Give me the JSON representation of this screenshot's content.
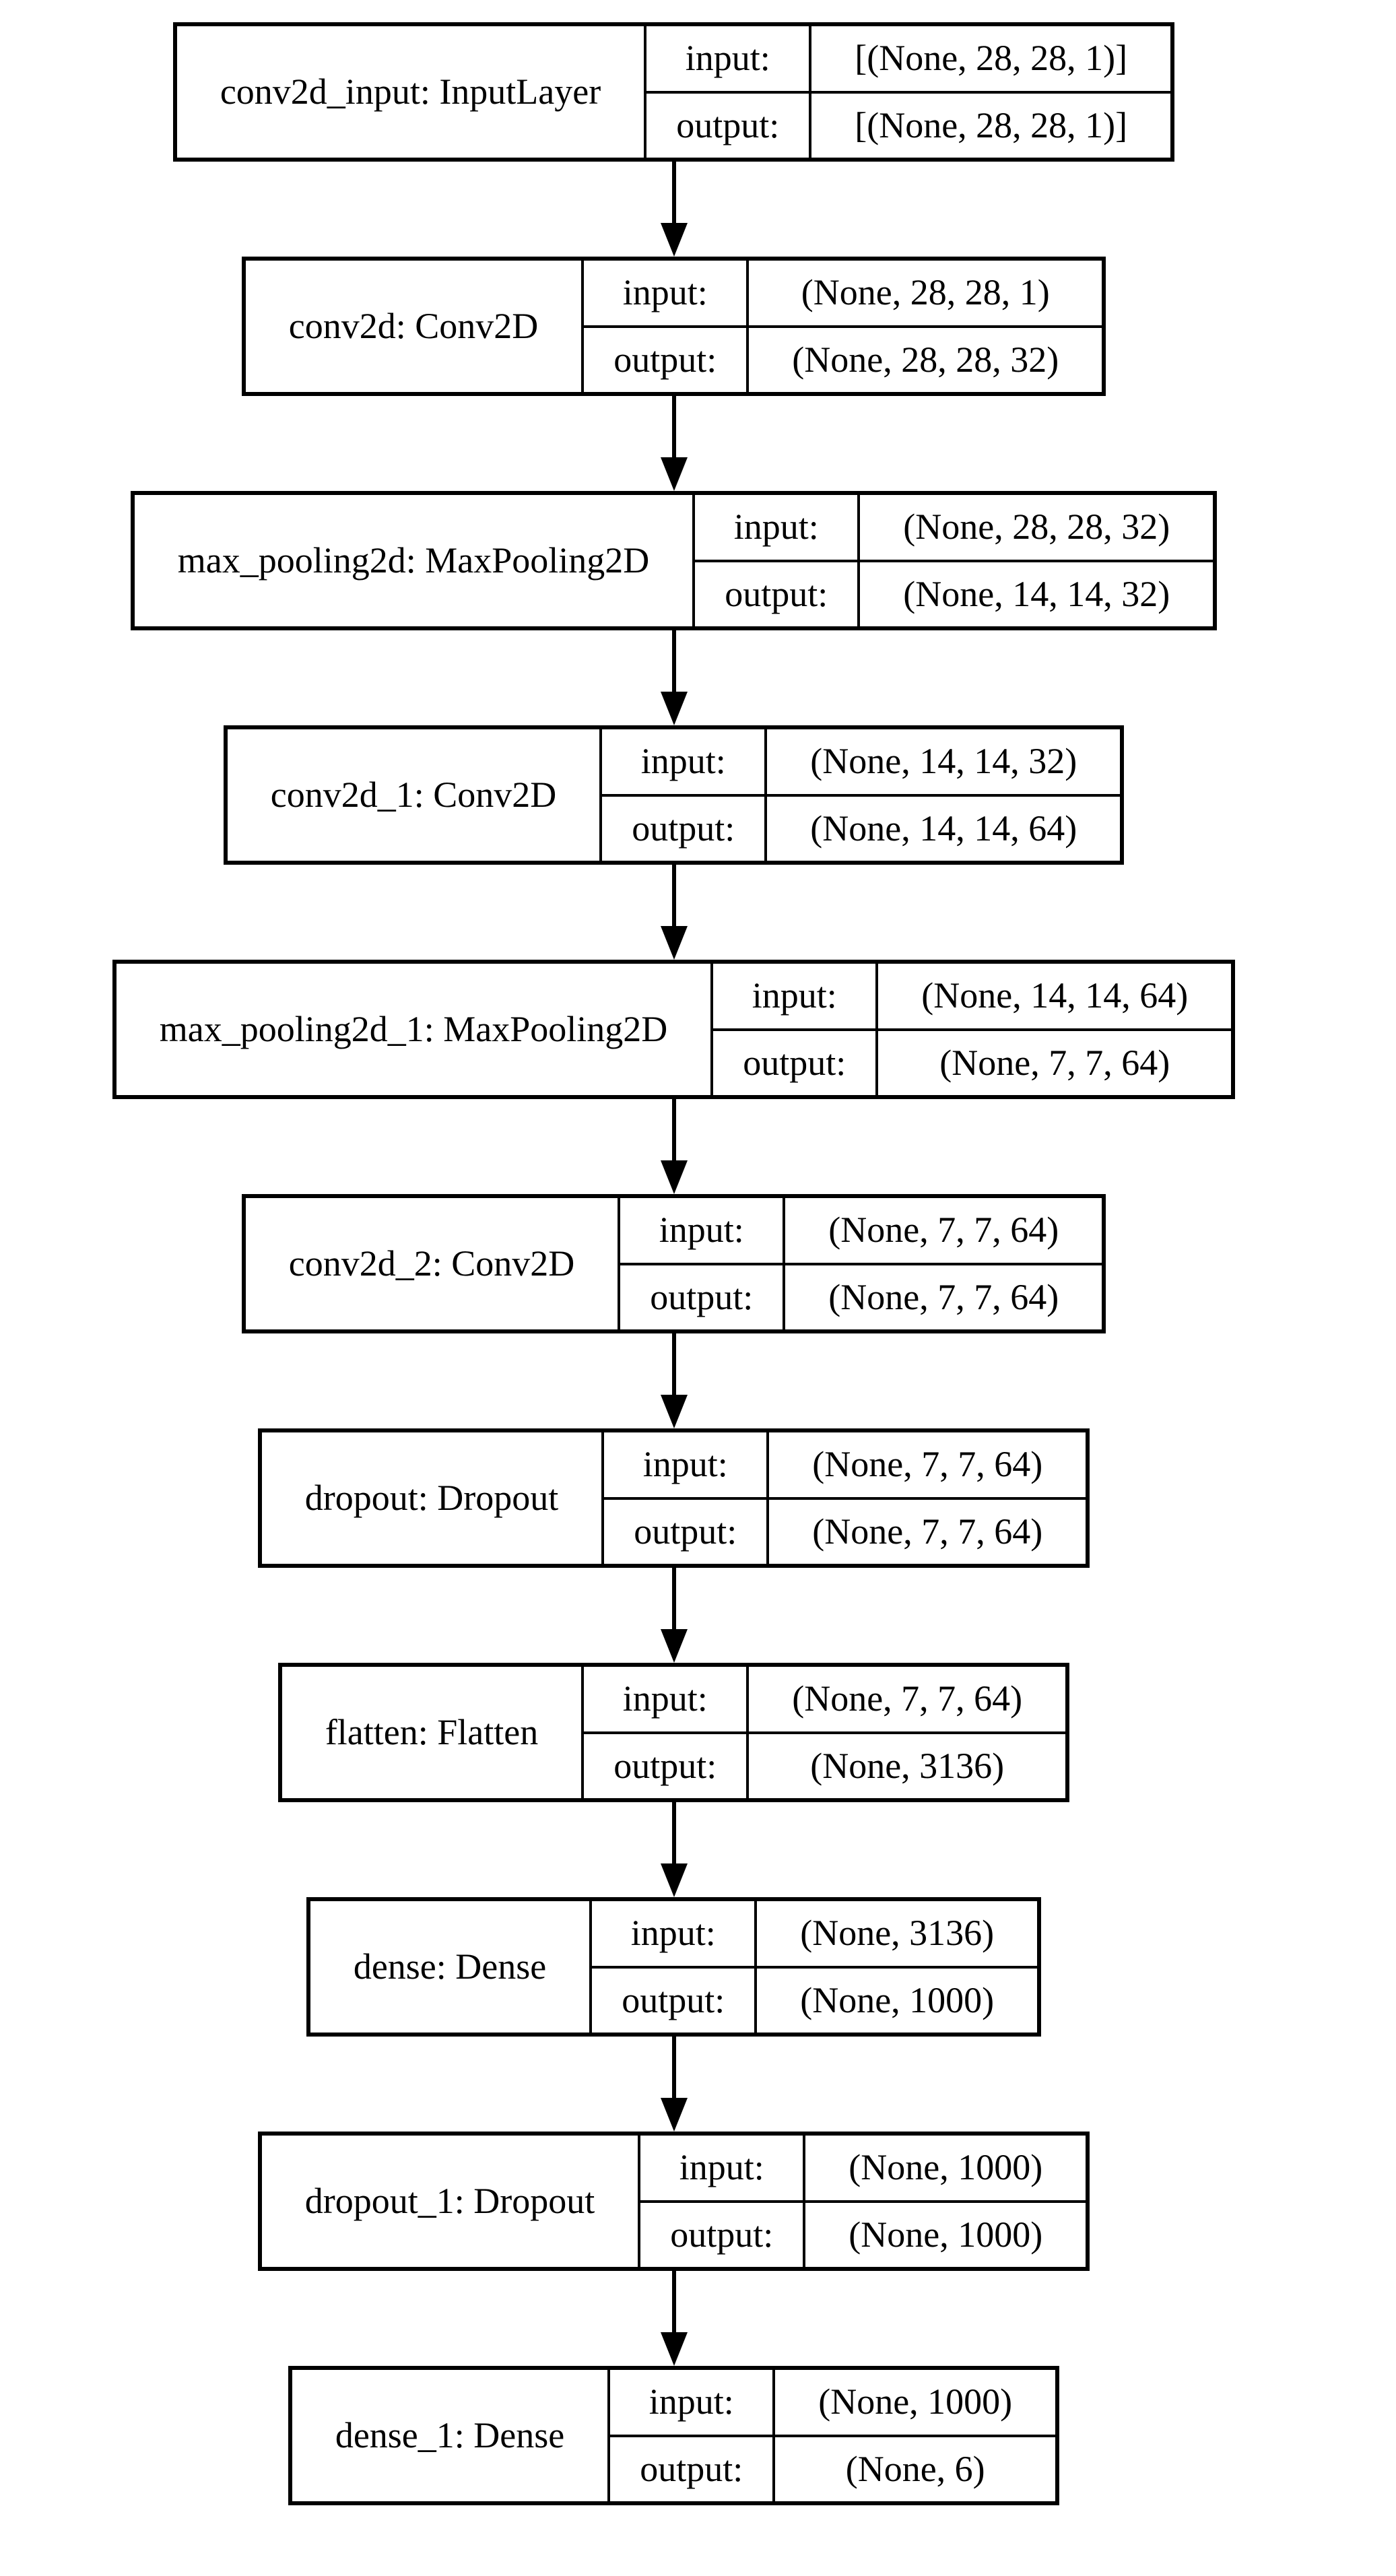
{
  "diagram": {
    "kind": "keras-model-architecture-flowchart",
    "row_labels": {
      "input": "input:",
      "output": "output:"
    },
    "colors": {
      "background": "#ffffff",
      "border": "#000000",
      "text": "#000000",
      "arrow": "#000000"
    },
    "layers": [
      {
        "name": "conv2d_input: InputLayer",
        "input": "[(None, 28, 28, 1)]",
        "output": "[(None, 28, 28, 1)]"
      },
      {
        "name": "conv2d: Conv2D",
        "input": "(None, 28, 28, 1)",
        "output": "(None, 28, 28, 32)"
      },
      {
        "name": "max_pooling2d: MaxPooling2D",
        "input": "(None, 28, 28, 32)",
        "output": "(None, 14, 14, 32)"
      },
      {
        "name": "conv2d_1: Conv2D",
        "input": "(None, 14, 14, 32)",
        "output": "(None, 14, 14, 64)"
      },
      {
        "name": "max_pooling2d_1: MaxPooling2D",
        "input": "(None, 14, 14, 64)",
        "output": "(None, 7, 7, 64)"
      },
      {
        "name": "conv2d_2: Conv2D",
        "input": "(None, 7, 7, 64)",
        "output": "(None, 7, 7, 64)"
      },
      {
        "name": "dropout: Dropout",
        "input": "(None, 7, 7, 64)",
        "output": "(None, 7, 7, 64)"
      },
      {
        "name": "flatten: Flatten",
        "input": "(None, 7, 7, 64)",
        "output": "(None, 3136)"
      },
      {
        "name": "dense: Dense",
        "input": "(None, 3136)",
        "output": "(None, 1000)"
      },
      {
        "name": "dropout_1: Dropout",
        "input": "(None, 1000)",
        "output": "(None, 1000)"
      },
      {
        "name": "dense_1: Dense",
        "input": "(None, 1000)",
        "output": "(None, 6)"
      }
    ]
  }
}
